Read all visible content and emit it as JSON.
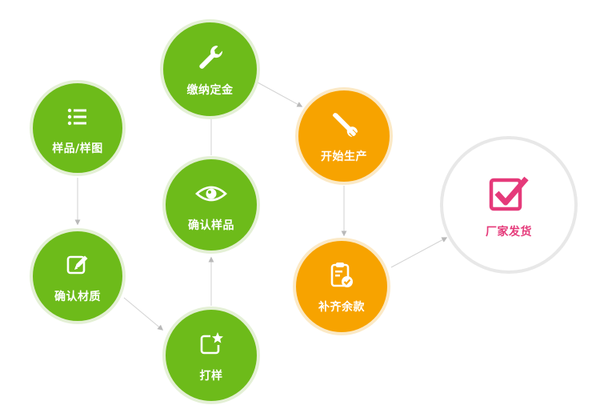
{
  "colors": {
    "green": "#6dbb1a",
    "orange": "#f7a300",
    "pink": "#e53a7a",
    "arrow": "#bdbdbd"
  },
  "steps": [
    {
      "id": "sample",
      "label": "样品/样图",
      "icon": "list-icon"
    },
    {
      "id": "material",
      "label": "确认材质",
      "icon": "edit-icon"
    },
    {
      "id": "proof",
      "label": "打样",
      "icon": "star-box-icon"
    },
    {
      "id": "confirm",
      "label": "确认样品",
      "icon": "eye-icon"
    },
    {
      "id": "deposit",
      "label": "缴纳定金",
      "icon": "wrench-icon"
    },
    {
      "id": "produce",
      "label": "开始生产",
      "icon": "tools-icon"
    },
    {
      "id": "balance",
      "label": "补齐余款",
      "icon": "clipboard-check-icon"
    },
    {
      "id": "ship",
      "label": "厂家发货",
      "icon": "checkbox-icon"
    }
  ]
}
